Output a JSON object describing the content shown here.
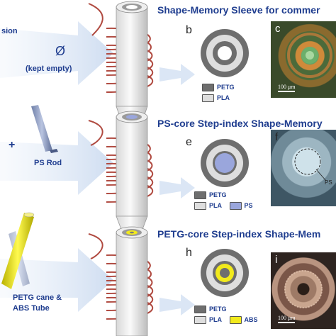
{
  "colors": {
    "title": "#1f3d8f",
    "petg": "#6e6e6e",
    "pla": "#dedede",
    "ps": "#9aa6dc",
    "abs": "#f2ea1c",
    "coil": "#b04a40"
  },
  "row1": {
    "title": "Shape-Memory Sleeve for commer",
    "left_label_top": "sion",
    "symbol": "Ø",
    "note": "(kept empty)",
    "letter_b": "b",
    "letter_c": "c",
    "legend": [
      "PETG",
      "PLA"
    ],
    "scale": "100 μm"
  },
  "row2": {
    "title": "PS-core Step-index Shape-Memory",
    "plus": "+",
    "rod_label": "PS Rod",
    "letter_e": "e",
    "letter_f": "f",
    "legend": [
      "PETG",
      "PLA",
      "PS"
    ],
    "photo_label": "PS"
  },
  "row3": {
    "title": "PETG-core Step-index Shape-Mem",
    "label_line1": "PETG cane &",
    "label_line2": "ABS Tube",
    "letter_h": "h",
    "letter_i": "i",
    "legend": [
      "PETG",
      "PLA",
      "ABS"
    ],
    "scale": "100 μm"
  },
  "icons": [
    "preform-icon",
    "coil-icon",
    "arrow-icon",
    "rod-icon",
    "tube-icon"
  ]
}
